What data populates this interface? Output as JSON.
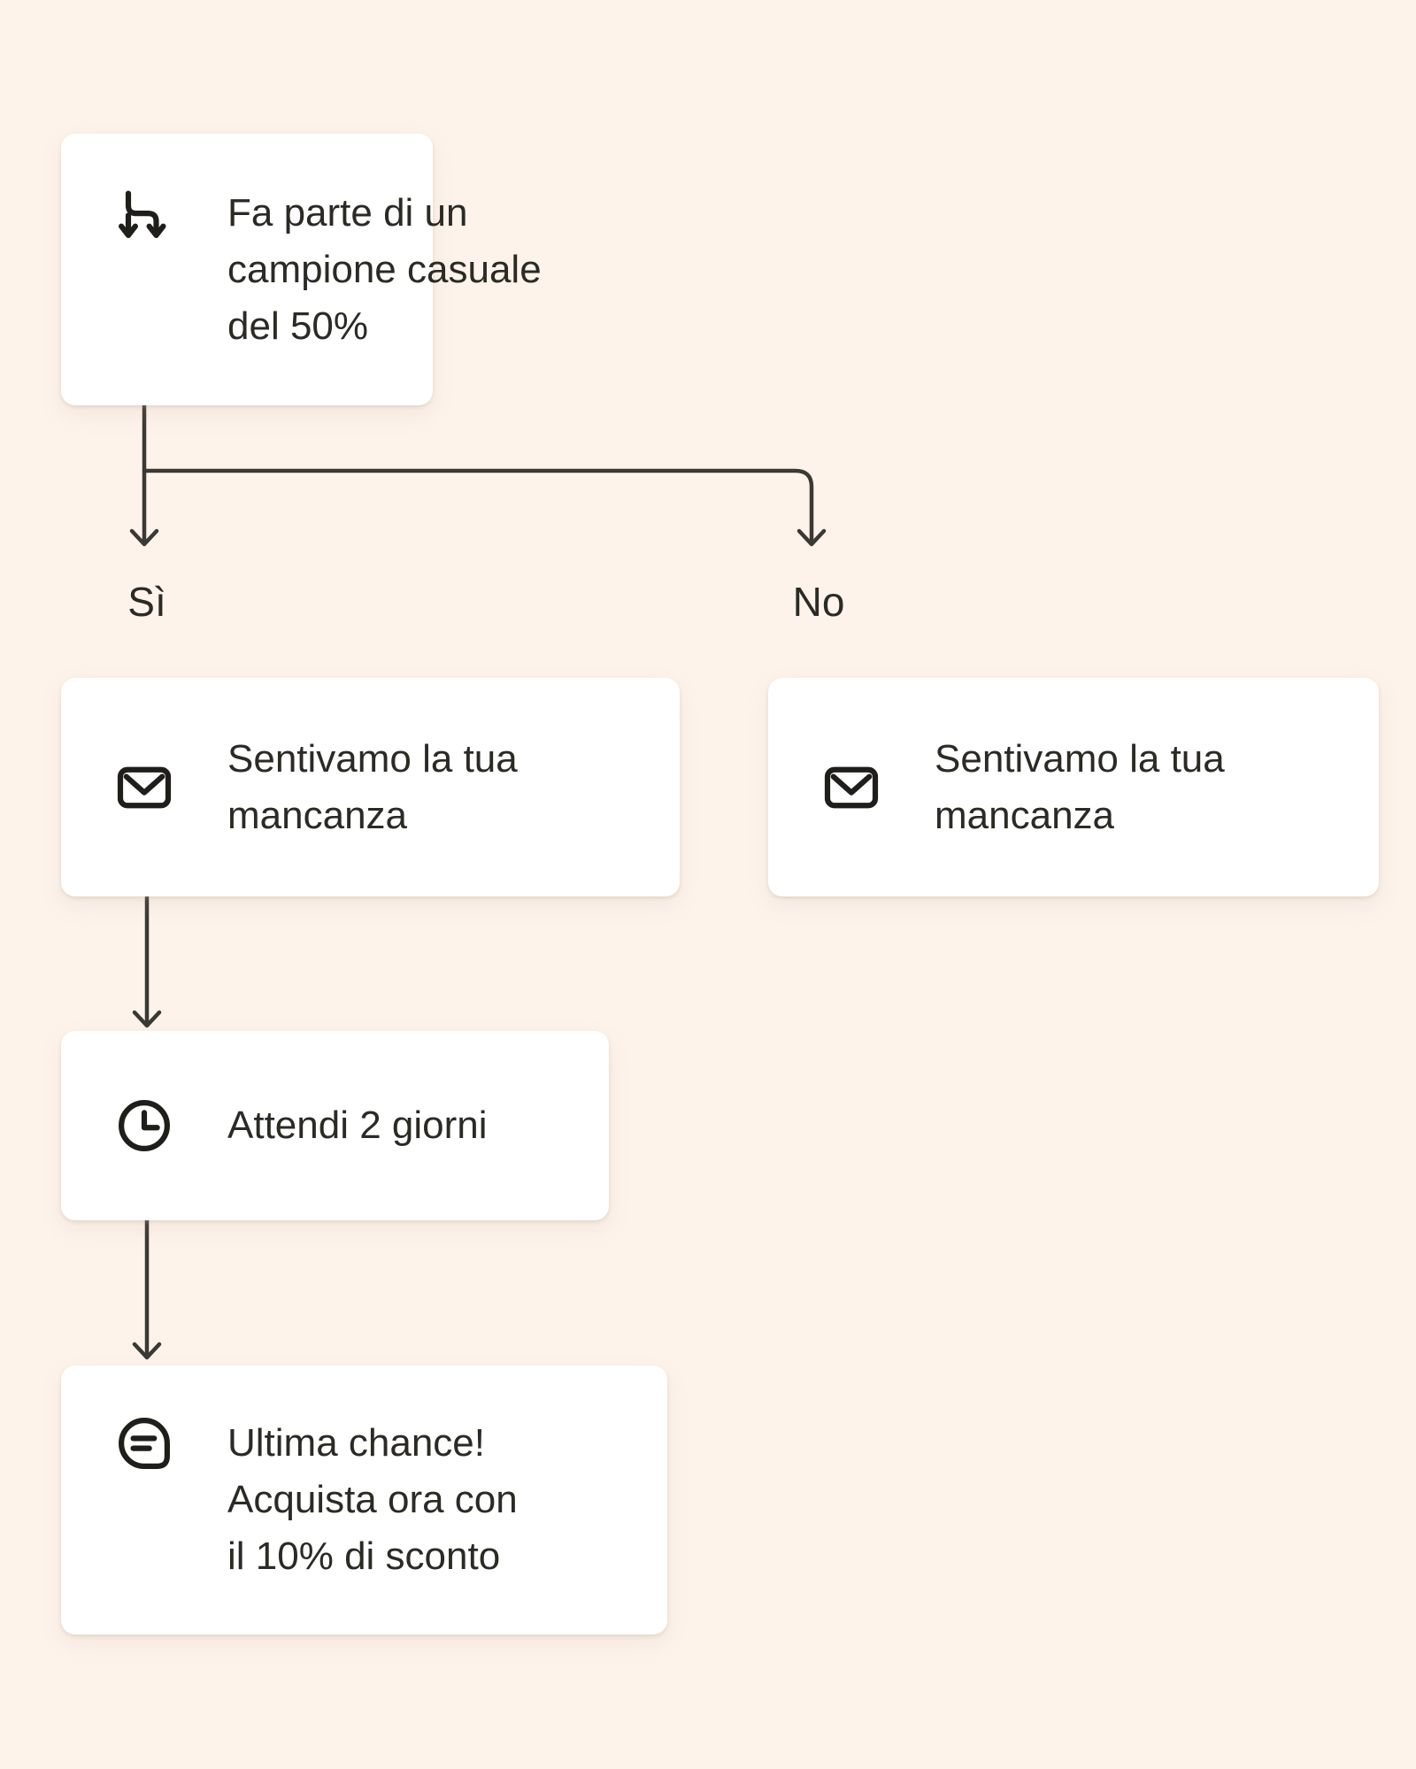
{
  "canvas": {
    "background_color": "#FDF3EB",
    "card_color": "#FFFFFF",
    "line_color": "#3A3933",
    "text_color": "#2B2A25"
  },
  "nodes": {
    "split": {
      "icon": "split-branch-icon",
      "lines": [
        "Fa parte di un",
        "campione casuale",
        "del 50%"
      ]
    },
    "email_yes": {
      "icon": "email-icon",
      "lines": [
        "Sentivamo la tua",
        "mancanza"
      ]
    },
    "email_no": {
      "icon": "email-icon",
      "lines": [
        "Sentivamo la tua",
        "mancanza"
      ]
    },
    "wait": {
      "icon": "clock-icon",
      "lines": [
        "Attendi 2 giorni"
      ]
    },
    "sms": {
      "icon": "chat-bubble-icon",
      "lines": [
        "Ultima chance!",
        "Acquista ora con",
        "il 10% di sconto"
      ]
    }
  },
  "branch_labels": {
    "yes": "Sì",
    "no": "No"
  },
  "edges": [
    {
      "from": "split",
      "to": "email_yes",
      "label": "Sì"
    },
    {
      "from": "split",
      "to": "email_no",
      "label": "No"
    },
    {
      "from": "email_yes",
      "to": "wait",
      "label": ""
    },
    {
      "from": "wait",
      "to": "sms",
      "label": ""
    }
  ]
}
